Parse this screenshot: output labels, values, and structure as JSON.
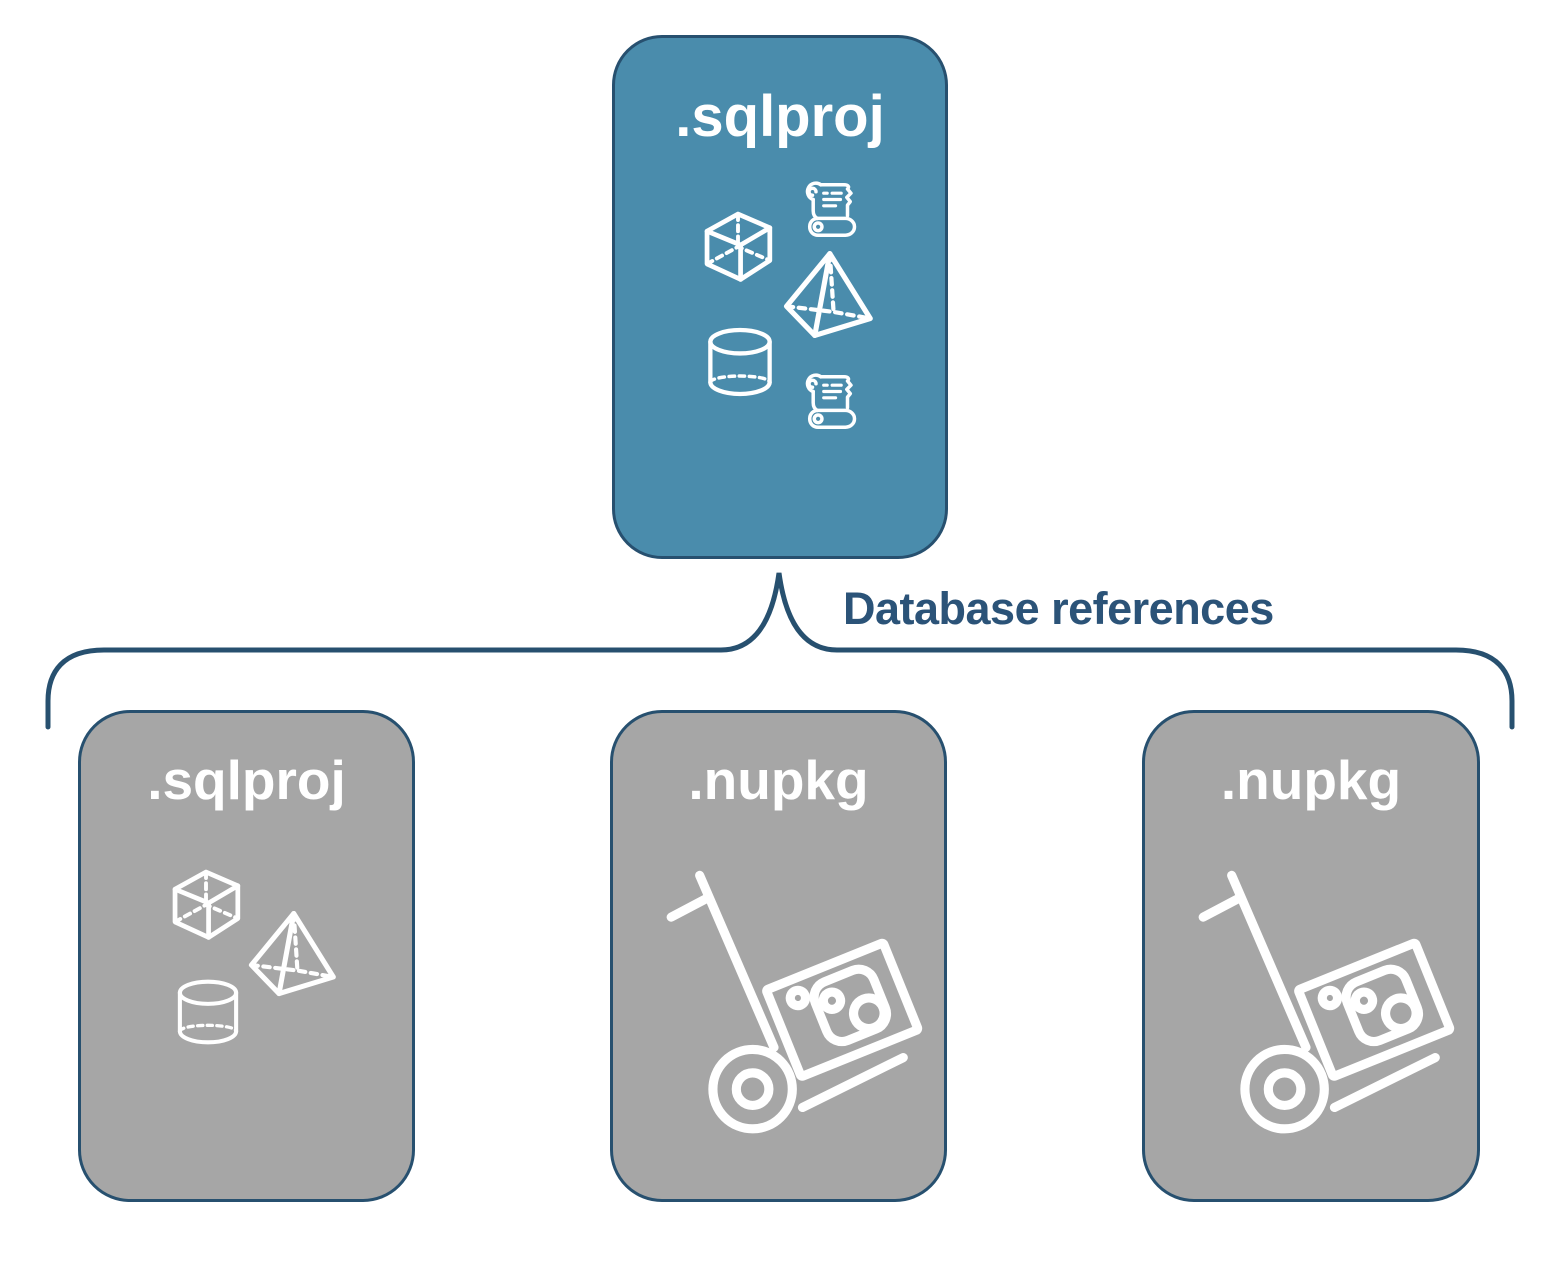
{
  "colors": {
    "background": "#FFFFFF",
    "parent_fill": "#4A8CAC",
    "child_fill": "#A6A6A6",
    "outline": "#27506F",
    "label_text": "#2B5378",
    "icon_color": "#FFFFFF"
  },
  "diagram": {
    "parent": {
      "label": ".sqlproj"
    },
    "connector_label": "Database references",
    "children": [
      {
        "label": ".sqlproj"
      },
      {
        "label": ".nupkg"
      },
      {
        "label": ".nupkg"
      }
    ],
    "icons": {
      "parent_box": [
        "script-scroll-icon",
        "cube-icon",
        "pyramid-icon",
        "cylinder-icon",
        "script-scroll-icon"
      ],
      "sqlproj_child_box": [
        "cube-icon",
        "pyramid-icon",
        "cylinder-icon"
      ],
      "nupkg_child_box": [
        "nuget-package-dolly-icon"
      ]
    }
  }
}
